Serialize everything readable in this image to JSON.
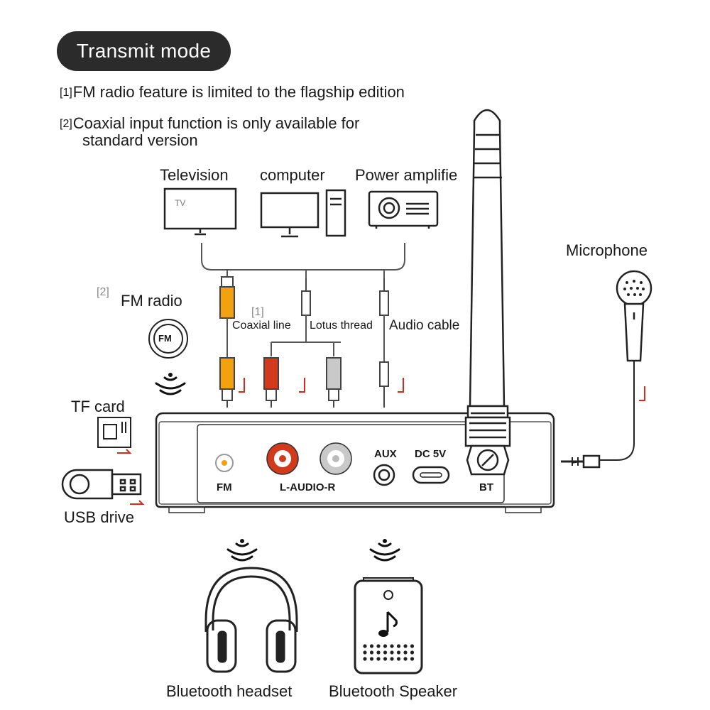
{
  "badge": "Transmit mode",
  "notes": [
    {
      "mark": "[1]",
      "text": "FM radio feature is limited to the flagship edition"
    },
    {
      "mark": "[2]",
      "text": "Coaxial input function is only available for",
      "text2": "standard version"
    }
  ],
  "sources": {
    "television": "Television",
    "tv_screen": "TV",
    "computer": "computer",
    "amplifier": "Power amplifie"
  },
  "cables": {
    "coaxial_ref": "[1]",
    "coaxial": "Coaxial line",
    "lotus": "Lotus thread",
    "audio": "Audio cable"
  },
  "fm": {
    "ref": "[2]",
    "label": "FM radio",
    "icon_text": "FM"
  },
  "tf_card": "TF card",
  "usb_drive": "USB drive",
  "microphone": "Microphone",
  "panel": {
    "fm": "FM",
    "audio": "L-AUDIO-R",
    "aux": "AUX",
    "dc": "DC 5V",
    "bt": "BT"
  },
  "outputs": {
    "headset": "Bluetooth headset",
    "speaker": "Bluetooth Speaker"
  },
  "colors": {
    "coax_yellow": "#f2a20f",
    "rca_red": "#d23a1c",
    "rca_white": "#c9c9c9",
    "arrow_red": "#d9281c",
    "badge": "#2b2b2b"
  }
}
